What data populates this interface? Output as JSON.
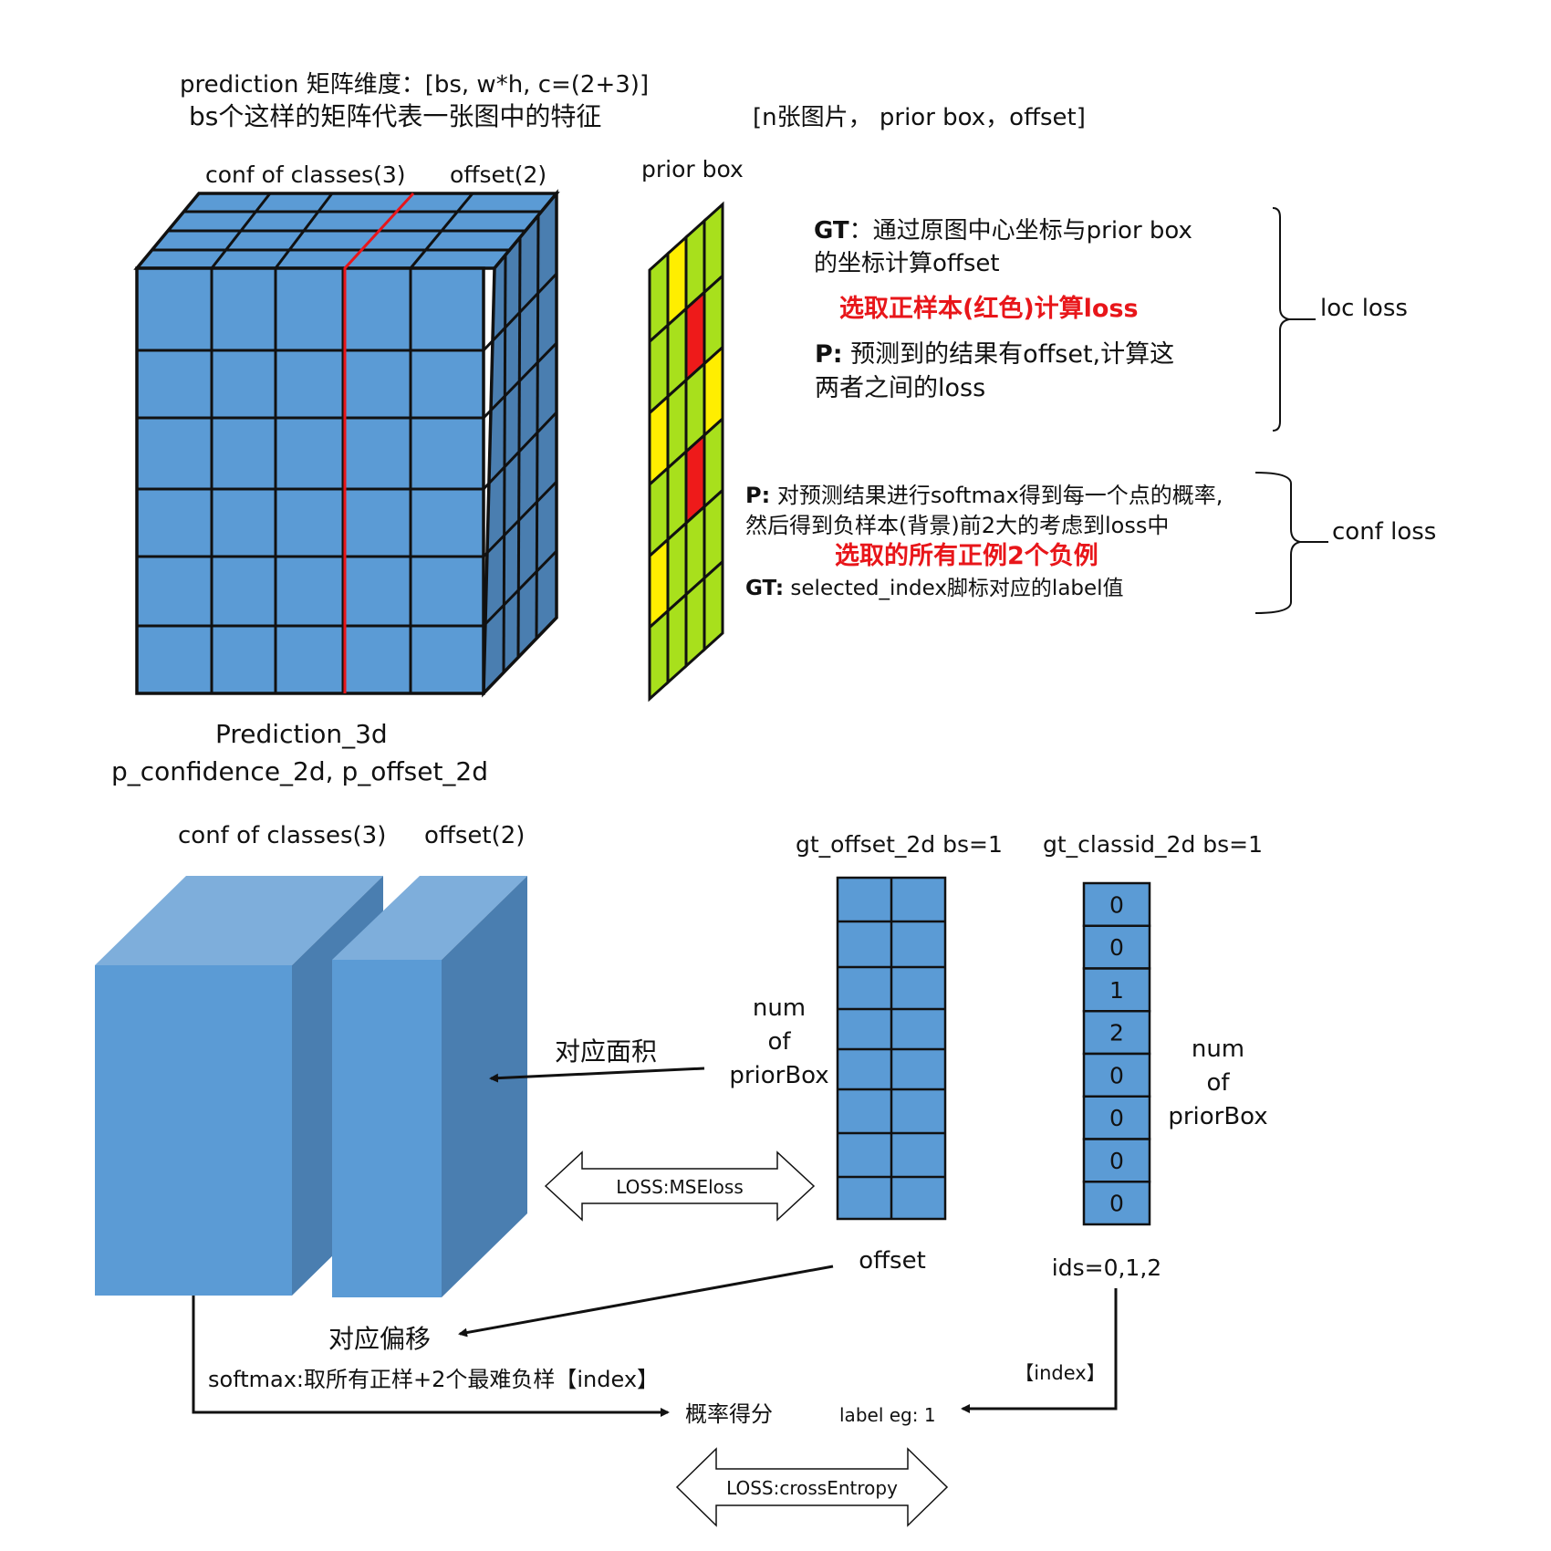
{
  "colors": {
    "cube_blue": "#5b9bd5",
    "block_front": "#5b9bd5",
    "block_top": "#7eaedb",
    "block_side": "#4a7eb0",
    "prior_green": "#a8e01c",
    "prior_yellow": "#ffee00",
    "prior_red": "#ee1a1a",
    "grid_line": "#111111",
    "highlight_red": "#e8161a"
  },
  "top": {
    "header_line1": "prediction 矩阵维度：[bs, w*h, c=(2+3)]",
    "header_line2": "bs个这样的矩阵代表一张图中的特征",
    "header_right": "[n张图片， prior box，offset]",
    "conf_label": "conf of classes(3)",
    "offset_label": "offset(2)",
    "prior_box_label": "prior box",
    "cube_caption1": "Prediction_3d",
    "cube_caption2": "p_confidence_2d, p_offset_2d",
    "prior_grid": [
      [
        "green",
        "yellow",
        "green",
        "green"
      ],
      [
        "green",
        "green",
        "red",
        "green"
      ],
      [
        "yellow",
        "green",
        "green",
        "yellow"
      ],
      [
        "green",
        "green",
        "red",
        "green"
      ],
      [
        "yellow",
        "green",
        "green",
        "green"
      ],
      [
        "green",
        "green",
        "green",
        "green"
      ]
    ]
  },
  "loc": {
    "gt_label": "GT",
    "gt_line1": "：通过原图中心坐标与prior box",
    "gt_line2": "的坐标计算offset",
    "red_line": "选取正样本(红色)计算loss",
    "p_label": "P:",
    "p_line1": " 预测到的结果有offset,计算这",
    "p_line2": "两者之间的loss",
    "brace_label": "loc loss"
  },
  "conf": {
    "p_label": "P:",
    "p_line1": " 对预测结果进行softmax得到每一个点的概率,",
    "p_line2": "然后得到负样本(背景)前2大的考虑到loss中",
    "red_line": "选取的所有正例2个负例",
    "gt_label": "GT:",
    "gt_line": " selected_index脚标对应的label值",
    "brace_label": "conf loss"
  },
  "bottom": {
    "conf_label": "conf of classes(3)",
    "offset_label": "offset(2)",
    "gt_offset_title": "gt_offset_2d bs=1",
    "gt_classid_title": "gt_classid_2d bs=1",
    "num_of_priorbox_left": [
      "num",
      "of",
      "priorBox"
    ],
    "num_of_priorbox_right": [
      "num",
      "of",
      "priorBox"
    ],
    "area_label": "对应面积",
    "offset_caption": "offset",
    "offset_shift_label": "对应偏移",
    "mse_label": "LOSS:MSEloss",
    "class_ids": [
      "0",
      "0",
      "1",
      "2",
      "0",
      "0",
      "0",
      "0"
    ],
    "ids_label": "ids=0,1,2",
    "index_label": "【index】",
    "softmax_label": "softmax:取所有正样+2个最难负样【index】",
    "prob_label": "概率得分",
    "label_eg": "label eg: 1",
    "ce_label": "LOSS:crossEntropy"
  }
}
